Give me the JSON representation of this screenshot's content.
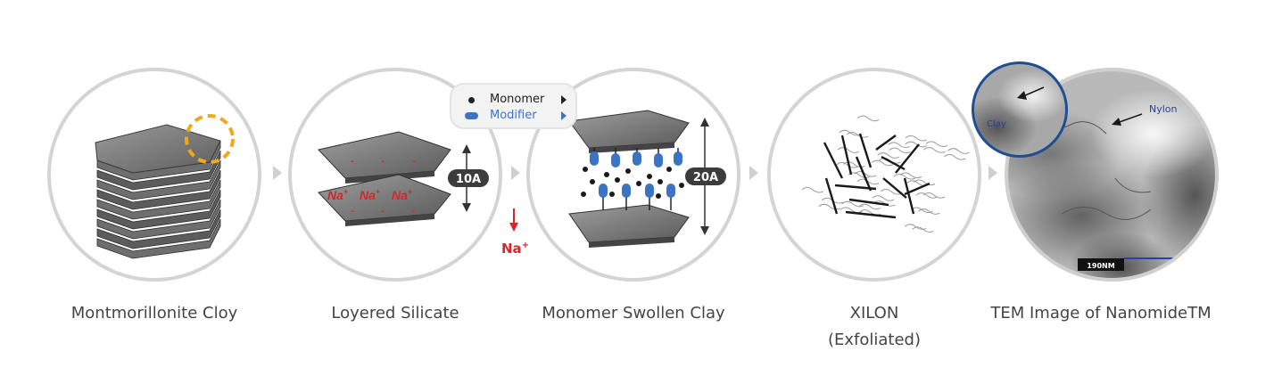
{
  "steps": [
    {
      "caption": "Montmorillonite Cloy"
    },
    {
      "caption": "Loyered Silicate",
      "spacing_label": "10A",
      "ion_label": "Na",
      "ion_charge": "+"
    },
    {
      "caption": "Monomer Swollen Clay",
      "spacing_label": "20A"
    },
    {
      "caption_line1": "XILON",
      "caption_line2": "(Exfoliated)"
    },
    {
      "caption": "TEM Image of NanomideTM",
      "label_clay": "Clay",
      "label_nylon": "Nylon",
      "scale_label": "190NM"
    }
  ],
  "legend": {
    "monomer": "Monomer",
    "modifier": "Modifier"
  },
  "released_ion": {
    "label": "Na",
    "charge": "+"
  },
  "colors": {
    "circle_border": "#d4d4d4",
    "highlight_circle": "#f0a81c",
    "modifier": "#3d73c4",
    "ion_red": "#d9252a",
    "inset_border": "#1f4f93",
    "slab_gray": "#7a7a7a"
  }
}
